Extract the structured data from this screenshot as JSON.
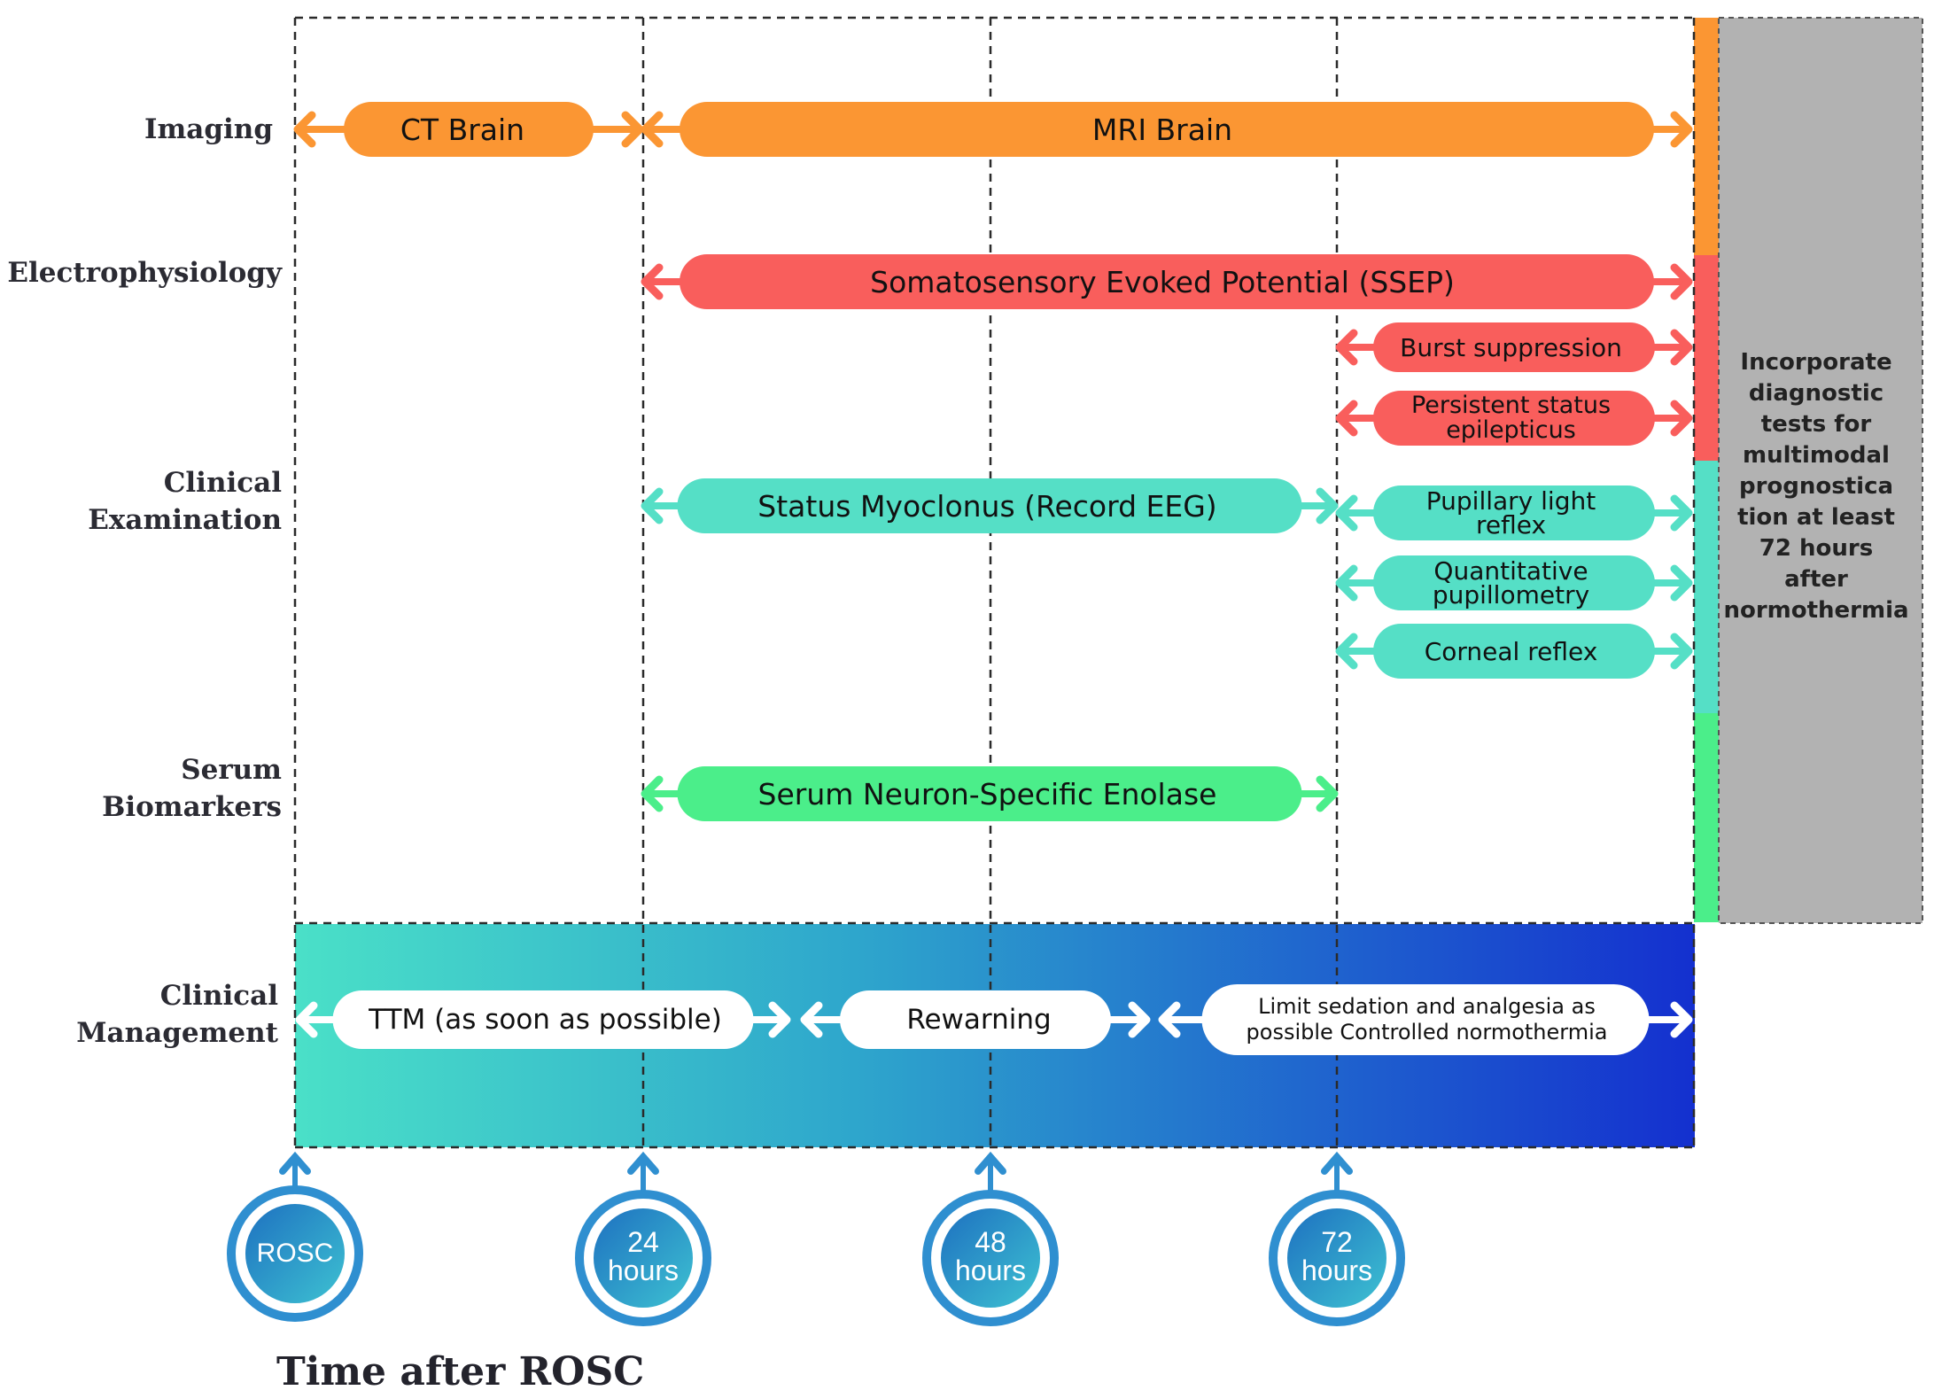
{
  "rows": {
    "imaging": "Imaging",
    "electrophysiology": "Electrophysiology",
    "clinical_examination": [
      "Clinical",
      "Examination"
    ],
    "serum_biomarkers": [
      "Serum",
      "Biomarkers"
    ],
    "clinical_management": [
      "Clinical",
      "Management"
    ]
  },
  "bars": {
    "ct_brain": "CT Brain",
    "mri_brain": "MRI Brain",
    "ssep": "Somatosensory Evoked Potential (SSEP)",
    "burst_suppression": "Burst suppression",
    "status_epilepticus": "Persistent status\nepilepticus",
    "status_myoclonus": "Status Myoclonus (Record EEG)",
    "pupillary_light_reflex": "Pupillary light\nreflex",
    "quantitative_pupillometry": "Quantitative\npupillometry",
    "corneal_reflex": "Corneal reflex",
    "serum_nse": "Serum Neuron-Specific Enolase",
    "ttm": "TTM (as soon as possible)",
    "rewarming": "Rewarning",
    "limit_sedation": "Limit sedation and analgesia as\npossible Controlled normothermia"
  },
  "side_note": "Incorporate\ndiagnostic\ntests for\nmultimodal\nprognostica\ntion at least\n72 hours\nafter\nnormothermia",
  "markers": [
    "ROSC",
    "24\nhours",
    "48\nhours",
    "72\nhours"
  ],
  "time_axis_label": "Time after ROSC",
  "colors": {
    "imaging": "#fb9633",
    "electrophysiology": "#f95e5c",
    "clinical_exam": "#55dfc6",
    "serum": "#4bee8a",
    "side_panel": "#b2b2b2",
    "management_start": "#4ae0c8",
    "management_end": "#1430cf",
    "marker": "#2f8fd0"
  }
}
